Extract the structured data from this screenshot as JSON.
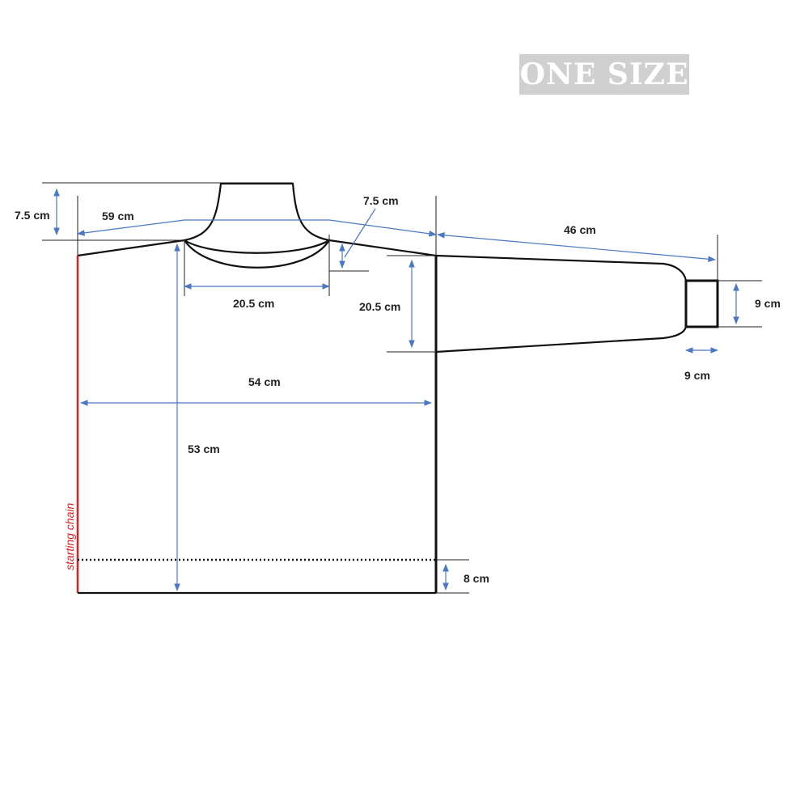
{
  "badge": {
    "label": "ONE SIZE"
  },
  "colors": {
    "outline": "#111111",
    "dimension": "#4a78c2",
    "starting_chain": "#e02020",
    "badge_bg": "#d0d0d0"
  },
  "labels": {
    "collar_height": "7.5 cm",
    "shoulder_width": "59 cm",
    "neck_depth": "7.5 cm",
    "neck_width": "20.5 cm",
    "armhole": "20.5 cm",
    "sleeve_length": "46 cm",
    "cuff_height": "9 cm",
    "cuff_width": "9 cm",
    "body_width": "54 cm",
    "body_length": "53 cm",
    "ribbing": "8 cm",
    "starting_chain": "starting chain"
  }
}
